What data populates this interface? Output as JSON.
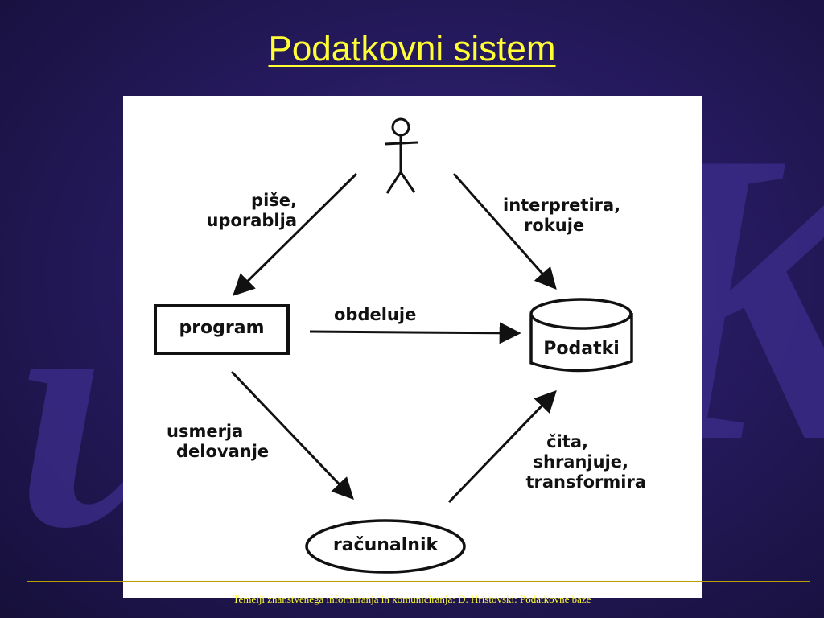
{
  "slide": {
    "title": "Podatkovni sistem",
    "footer": "Temelji znanstvenega informiranja in komuniciranja:  D. Hristovski:  Podatkovne baze"
  },
  "diagram": {
    "nodes": {
      "program": "program",
      "podatki": "Podatki",
      "racunalnik": "računalnik"
    },
    "edges": {
      "user_to_program": [
        "piše,",
        "uporablja"
      ],
      "user_to_podatki": [
        "interpretira,",
        "rokuje"
      ],
      "program_to_podatki": "obdeluje",
      "program_to_racunalnik": [
        "usmerja",
        "delovanje"
      ],
      "racunalnik_to_podatki": [
        "čita,",
        "shranjuje,",
        "transformira"
      ]
    }
  },
  "colors": {
    "title": "#ffff33",
    "background": "#261a5f",
    "rule": "#b8a000"
  }
}
